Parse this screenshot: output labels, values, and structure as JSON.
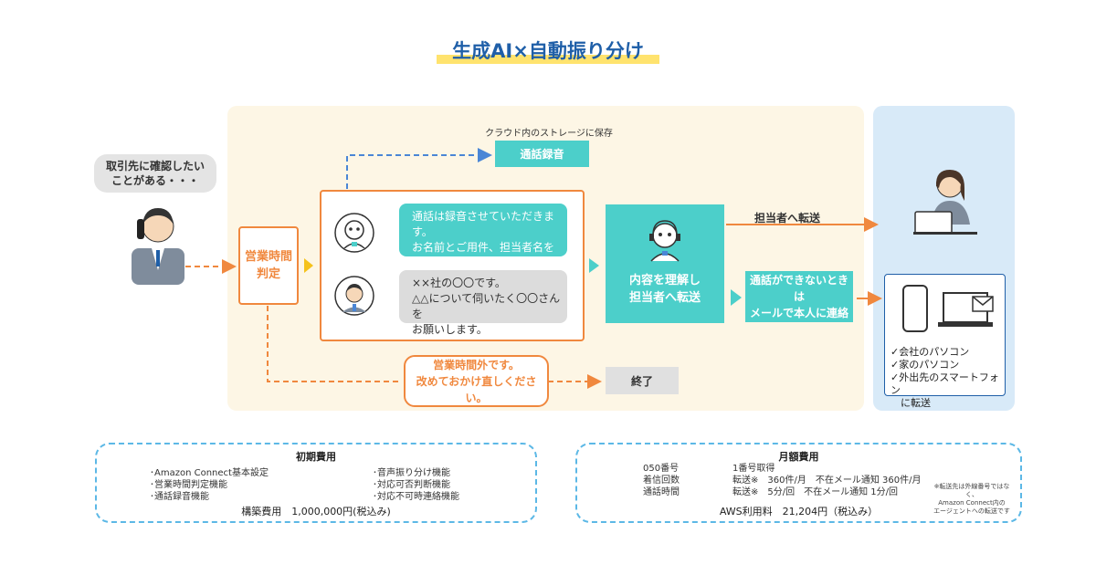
{
  "title": "生成AI×自動振り分け",
  "caller_bubble": "取引先に確認したい\nことがある・・・",
  "hours_check": "営業時間\n判定",
  "storage_label": "クラウド内のストレージに保存",
  "recording_label": "通話録音",
  "ai_message": "通話は録音させていただきます。\nお名前とご用件、担当者名を\nお話ください。",
  "caller_message": "××社の〇〇です。\n△△について伺いたく〇〇さんを\nお願いします。",
  "ai_transfer": "内容を理解し\n担当者へ転送",
  "transfer_label": "担当者へ転送",
  "fallback_label": "通話ができないときは\nメールで本人に連絡",
  "after_hours_message": "営業時間外です。\n改めておかけ直しください。",
  "end_label": "終了",
  "destinations": [
    "✓会社のパソコン",
    "✓家のパソコン",
    "✓外出先のスマートフォン\n　に転送"
  ],
  "initial_cost": {
    "heading": "初期費用",
    "items_left": [
      "･Amazon Connect基本設定",
      "･営業時間判定機能",
      "･通話録音機能"
    ],
    "items_right": [
      "･音声振り分け機能",
      "･対応可否判断機能",
      "･対応不可時連絡機能"
    ],
    "total": "構築費用　1,000,000円(税込み)"
  },
  "monthly_cost": {
    "heading": "月額費用",
    "rows": [
      {
        "label": "050番号",
        "value": "1番号取得"
      },
      {
        "label": "着信回数",
        "value": "転送※　360件/月　不在メール通知 360件/月"
      },
      {
        "label": "通話時間",
        "value": "転送※　5分/回　不在メール通知 1分/回"
      }
    ],
    "note": "※転送先は外線番号ではなく、\nAmazon Connect内の\nエージェントへの転送です",
    "total": "AWS利用料　21,204円（税込み）"
  },
  "colors": {
    "teal": "#4ccfca",
    "orange": "#f0883e",
    "blue_dash": "#4a86d6",
    "title": "#1f5fa8"
  }
}
